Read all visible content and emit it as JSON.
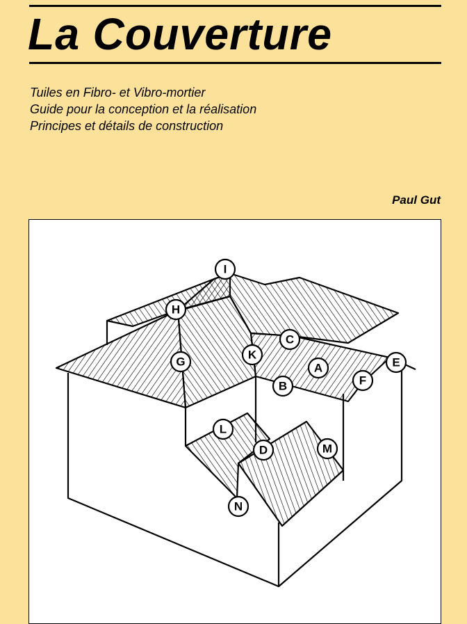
{
  "cover": {
    "title": "La Couverture",
    "subtitles": [
      "Tuiles en Fibro- et Vibro-mortier",
      "Guide pour la conception et la réalisation",
      "Principes et détails de construction"
    ],
    "author": "Paul Gut",
    "background_color": "#fce19b"
  },
  "figure": {
    "labels": [
      "I",
      "H",
      "G",
      "K",
      "C",
      "A",
      "B",
      "F",
      "E",
      "L",
      "D",
      "M",
      "N"
    ]
  }
}
